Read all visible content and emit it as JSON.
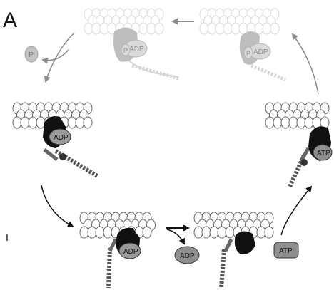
{
  "panel_label": "A",
  "edge_mark": "I",
  "labels": {
    "top_left_adp": "ADP",
    "top_left_p": "P",
    "top_right_adp": "ADP",
    "top_right_p": "P",
    "released_p": "P",
    "mid_left_adp": "ADP",
    "mid_right_atp": "ATP",
    "bottom_left_adp": "ADP",
    "released_adp": "ADP",
    "free_atp": "ATP"
  },
  "colors": {
    "background": "#ffffff",
    "filament_faded": "#c8c8c8",
    "filament": "#555555",
    "head_faded": "#9a9a9a",
    "head_dark": "#111111",
    "nucleotide_gray": "#8e8e8e",
    "arrow_faded": "#8a8a8a",
    "arrow_dark": "#111111"
  }
}
